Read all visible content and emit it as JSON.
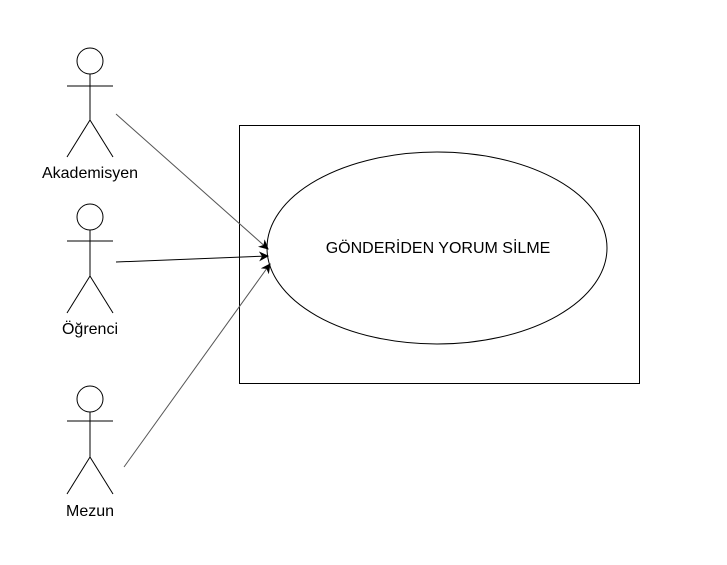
{
  "actors": [
    {
      "name": "Akademisyen"
    },
    {
      "name": "Öğrenci"
    },
    {
      "name": "Mezun"
    }
  ],
  "system_boundary": {
    "use_case": "GÖNDERİDEN YORUM SİLME"
  },
  "colors": {
    "stroke": "#000000",
    "association_line": "#555555",
    "background": "#ffffff"
  }
}
